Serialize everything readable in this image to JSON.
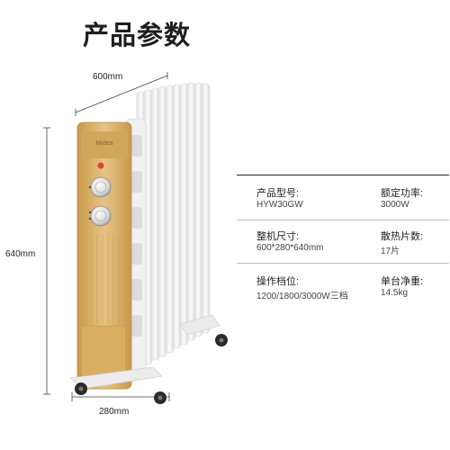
{
  "page": {
    "title": "产品参数"
  },
  "dimensions": {
    "width_label": "600mm",
    "height_label": "640mm",
    "depth_label": "280mm"
  },
  "product": {
    "brand": "Midea"
  },
  "specs": [
    {
      "label": "产品型号:",
      "value": "HYW30GW"
    },
    {
      "label": "额定功率:",
      "value": "3000W"
    },
    {
      "label": "整机尺寸:",
      "value": "600*280*640mm"
    },
    {
      "label": "散热片数:",
      "value": "17片"
    },
    {
      "label": "操作档位:",
      "value": "1200/1800/3000W三档"
    },
    {
      "label": "单台净重:",
      "value": "14.5kg"
    }
  ],
  "colors": {
    "panel_gold": "#d6ad62",
    "fin_white": "#f4f4f4",
    "indicator_red": "#e0442c"
  }
}
